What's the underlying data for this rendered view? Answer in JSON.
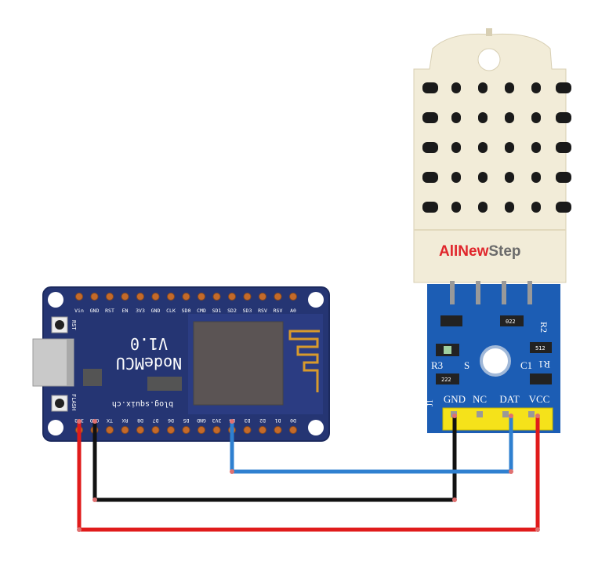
{
  "nodemcu": {
    "title": "NodeMCU",
    "version": "V1.0",
    "website": "blog.squix.ch",
    "btn_rst": "RST",
    "btn_flash": "FLASH",
    "top_pins": [
      "Vin",
      "GND",
      "RST",
      "EN",
      "3V3",
      "GND",
      "CLK",
      "SD0",
      "CMD",
      "SD1",
      "SD2",
      "SD3",
      "RSV",
      "RSV",
      "A0"
    ],
    "bottom_pins": [
      "3V3",
      "GND",
      "TX",
      "RX",
      "D8",
      "D7",
      "D6",
      "D5",
      "GND",
      "3V3",
      "D4",
      "D3",
      "D2",
      "D1",
      "D0"
    ]
  },
  "sensor": {
    "brand_part1": "AllNew",
    "brand_part2": "Step",
    "brand_color1": "#e0252b",
    "brand_color2": "#6b6b6b",
    "pins": [
      "GND",
      "NC",
      "DAT",
      "VCC"
    ],
    "components": {
      "r3": "R3",
      "s": "S",
      "c1": "C1",
      "r1": "R1",
      "r2": "R2",
      "res1": "222",
      "res2": "512",
      "res3": "022",
      "j1": "J1"
    }
  },
  "wires": [
    {
      "from": "3V3",
      "to": "VCC",
      "color": "#e01b1b"
    },
    {
      "from": "GND",
      "to": "GND",
      "color": "#111111"
    },
    {
      "from": "D4",
      "to": "DAT",
      "color": "#2f80d0"
    }
  ]
}
